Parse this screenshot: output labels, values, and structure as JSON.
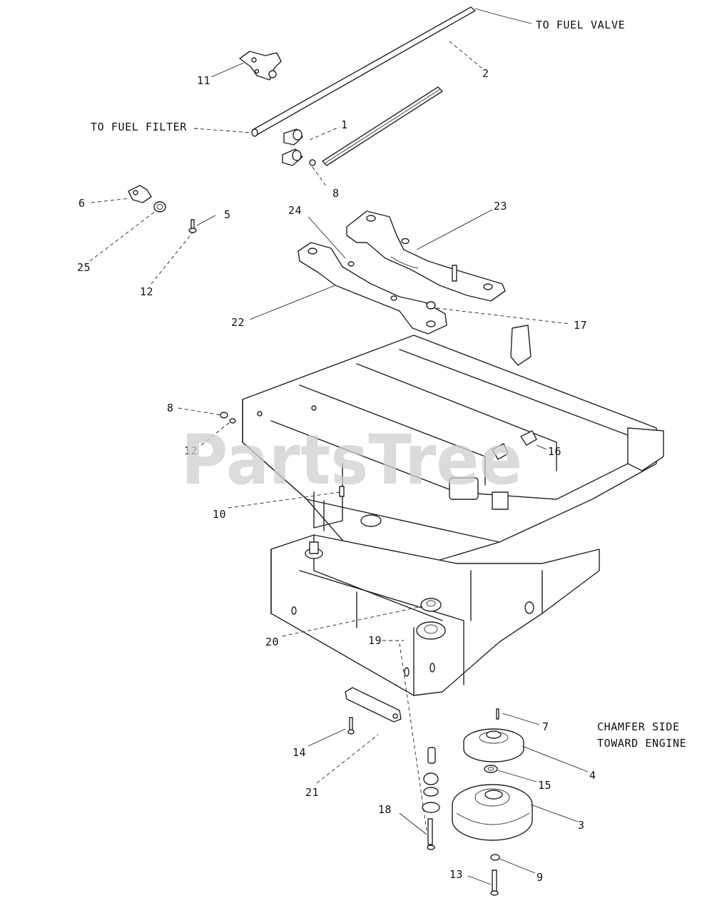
{
  "watermark": "PartsTree",
  "notes": {
    "to_fuel_valve": "TO FUEL VALVE",
    "to_fuel_filter": "TO FUEL FILTER",
    "chamfer_line1": "CHAMFER SIDE",
    "chamfer_line2": "TOWARD ENGINE"
  },
  "callouts": [
    {
      "id": "c1",
      "text": "1"
    },
    {
      "id": "c2",
      "text": "2"
    },
    {
      "id": "c3",
      "text": "3"
    },
    {
      "id": "c4",
      "text": "4"
    },
    {
      "id": "c5",
      "text": "5"
    },
    {
      "id": "c6",
      "text": "6"
    },
    {
      "id": "c7",
      "text": "7"
    },
    {
      "id": "c8a",
      "text": "8"
    },
    {
      "id": "c8b",
      "text": "8"
    },
    {
      "id": "c9",
      "text": "9"
    },
    {
      "id": "c10",
      "text": "10"
    },
    {
      "id": "c11",
      "text": "11"
    },
    {
      "id": "c12a",
      "text": "12"
    },
    {
      "id": "c12b",
      "text": "12"
    },
    {
      "id": "c13",
      "text": "13"
    },
    {
      "id": "c14",
      "text": "14"
    },
    {
      "id": "c15",
      "text": "15"
    },
    {
      "id": "c16",
      "text": "16"
    },
    {
      "id": "c17",
      "text": "17"
    },
    {
      "id": "c18",
      "text": "18"
    },
    {
      "id": "c19",
      "text": "19"
    },
    {
      "id": "c20",
      "text": "20"
    },
    {
      "id": "c21",
      "text": "21"
    },
    {
      "id": "c22",
      "text": "22"
    },
    {
      "id": "c23",
      "text": "23"
    },
    {
      "id": "c24",
      "text": "24"
    },
    {
      "id": "c25",
      "text": "25"
    }
  ]
}
